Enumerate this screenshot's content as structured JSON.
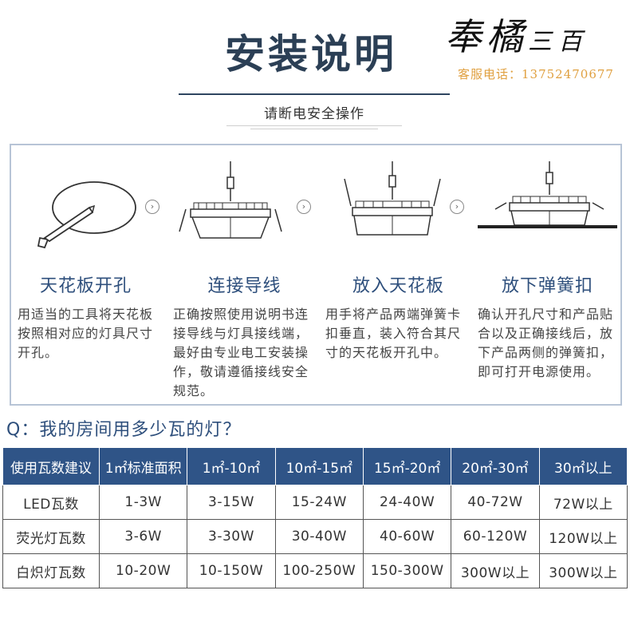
{
  "header": {
    "title": "安装说明",
    "brand_main": "奉橘",
    "brand_small": "三百",
    "hotline": "客服电话：13752470677",
    "subtitle": "请断电安全操作"
  },
  "steps": [
    {
      "title": "天花板开孔",
      "desc": "用适当的工具将天花板按照相对应的灯具尺寸开孔。"
    },
    {
      "title": "连接导线",
      "desc": "正确按照使用说明书连接导线与灯具接线端，最好由专业电工安装操作，敬请遵循接线安全规范。"
    },
    {
      "title": "放入天花板",
      "desc": "用手将产品两端弹簧卡扣垂直，装入符合其尺寸的天花板开孔中。"
    },
    {
      "title": "放下弹簧扣",
      "desc": "确认开孔尺寸和产品贴合以及正确接线后，放下产品两侧的弹簧扣，即可打开电源使用。"
    }
  ],
  "arrow_glyph": "›",
  "question": "Q：我的房间用多少瓦的灯？",
  "table": {
    "headers": [
      "使用瓦数建议",
      "1㎡标准面积",
      "1㎡-10㎡",
      "10㎡-15㎡",
      "15㎡-20㎡",
      "20㎡-30㎡",
      "30㎡以上"
    ],
    "rows": [
      [
        "LED瓦数",
        "1-3W",
        "3-15W",
        "15-24W",
        "24-40W",
        "40-72W",
        "72W以上"
      ],
      [
        "荧光灯瓦数",
        "3-6W",
        "3-30W",
        "30-40W",
        "40-60W",
        "60-120W",
        "120W以上"
      ],
      [
        "白炽灯瓦数",
        "10-20W",
        "10-150W",
        "100-250W",
        "150-300W",
        "300W以上",
        "300W以上"
      ]
    ]
  },
  "colors": {
    "accent": "#2f5487",
    "title": "#2b3f55",
    "hotline": "#e0a040"
  }
}
